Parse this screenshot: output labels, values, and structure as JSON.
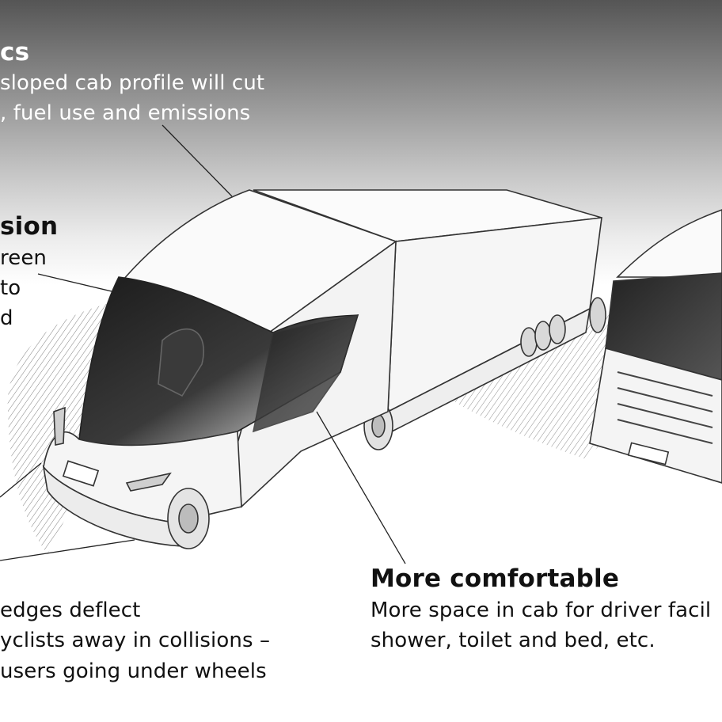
{
  "callouts": {
    "aerodynamics": {
      "heading": "cs",
      "lines": [
        "sloped cab profile will cut",
        ", fuel use and emissions"
      ]
    },
    "vision": {
      "heading": "sion",
      "lines": [
        "reen",
        "to",
        "d"
      ]
    },
    "comfort": {
      "heading": "More comfortable",
      "lines": [
        "More space in cab for driver facil",
        "shower, toilet and bed, etc."
      ]
    },
    "safety": {
      "lines": [
        "edges deflect",
        "yclists away in collisions –",
        "users going under wheels"
      ]
    }
  },
  "illustration": {
    "subject": "pencil sketch of two trucks",
    "icons": [
      "truck-sketch-icon",
      "truck-sketch-icon"
    ]
  },
  "colors": {
    "top_gradient": "#555555",
    "background": "#ffffff",
    "light_text": "#ffffff",
    "dark_text": "#111111"
  }
}
